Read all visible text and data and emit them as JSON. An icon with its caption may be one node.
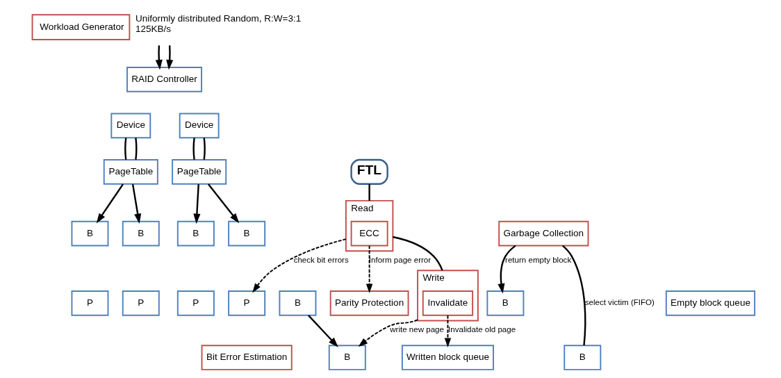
{
  "diagram": {
    "nodes": [
      {
        "text": [
          "Workload Generator"
        ],
        "beside": [
          "Uniformly distributed Random, R:W=3:1",
          "125KB/s"
        ]
      },
      {
        "text": [
          "RAID Controller"
        ]
      },
      {
        "text": [
          "Device"
        ]
      },
      {
        "text": [
          "Device"
        ]
      },
      {
        "text": [
          "PageTable"
        ]
      },
      {
        "text": [
          "PageTable"
        ]
      },
      {
        "text": [
          "B"
        ]
      },
      {
        "text": [
          "B"
        ]
      },
      {
        "text": [
          "B"
        ]
      },
      {
        "text": [
          "B"
        ]
      },
      {
        "text": [
          "P"
        ]
      },
      {
        "text": [
          "P"
        ]
      },
      {
        "text": [
          "P"
        ]
      },
      {
        "text": [
          "P"
        ]
      },
      {
        "text": [
          "Parity Protection"
        ]
      },
      {
        "text": [
          "FTL"
        ]
      },
      {
        "text": [
          "Read"
        ]
      },
      {
        "text": [
          "ECC"
        ],
        "in": 16
      },
      {
        "text": [
          "Write"
        ]
      },
      {
        "text": [
          "Invalidate"
        ],
        "in": 18
      },
      {
        "text": [
          "Bit Error Estimation"
        ]
      },
      {
        "text": [
          "Garbage Collection"
        ]
      },
      {
        "text": [
          "B"
        ]
      },
      {
        "text": [
          "Empty block queue"
        ]
      },
      {
        "text": [
          "B"
        ]
      },
      {
        "text": [
          "B"
        ]
      },
      {
        "text": [
          "Written block queue"
        ]
      },
      {
        "text": [
          "B"
        ]
      }
    ],
    "edges": [
      {
        "from": 0,
        "to": 1,
        "arrow": "to"
      },
      {
        "from": 0,
        "to": 1,
        "arrow": "to"
      },
      {
        "from": 2,
        "to": 4,
        "arrow": "none"
      },
      {
        "from": 2,
        "to": 4,
        "arrow": "none"
      },
      {
        "from": 3,
        "to": 5,
        "arrow": "none"
      },
      {
        "from": 3,
        "to": 5,
        "arrow": "none"
      },
      {
        "from": 4,
        "to": 6,
        "arrow": "to"
      },
      {
        "from": 4,
        "to": 7,
        "arrow": "to"
      },
      {
        "from": 5,
        "to": 8,
        "arrow": "to"
      },
      {
        "from": 5,
        "to": 9,
        "arrow": "to"
      },
      {
        "from": 15,
        "to": 16,
        "arrow": "none"
      },
      {
        "from": 16,
        "to": 18,
        "arrow": "none"
      },
      {
        "from": 17,
        "to": 14,
        "arrow": "to",
        "style": "dashed",
        "label": "Inform page error"
      },
      {
        "from": 16,
        "to": 13,
        "arrow": "to",
        "style": "dashed",
        "label": "check bit errors"
      },
      {
        "from": 18,
        "to": 27,
        "arrow": "to",
        "style": "dashed",
        "label": "write new page"
      },
      {
        "from": 19,
        "to": 26,
        "arrow": "to",
        "style": "dashed",
        "label": "Invalidate old page"
      },
      {
        "from": 21,
        "to": 22,
        "arrow": "to",
        "label": "return empty block"
      },
      {
        "from": 21,
        "to": 25,
        "arrow": "none",
        "label": "select victim (FIFO)"
      },
      {
        "from": 24,
        "to": 27,
        "arrow": "to"
      }
    ]
  }
}
